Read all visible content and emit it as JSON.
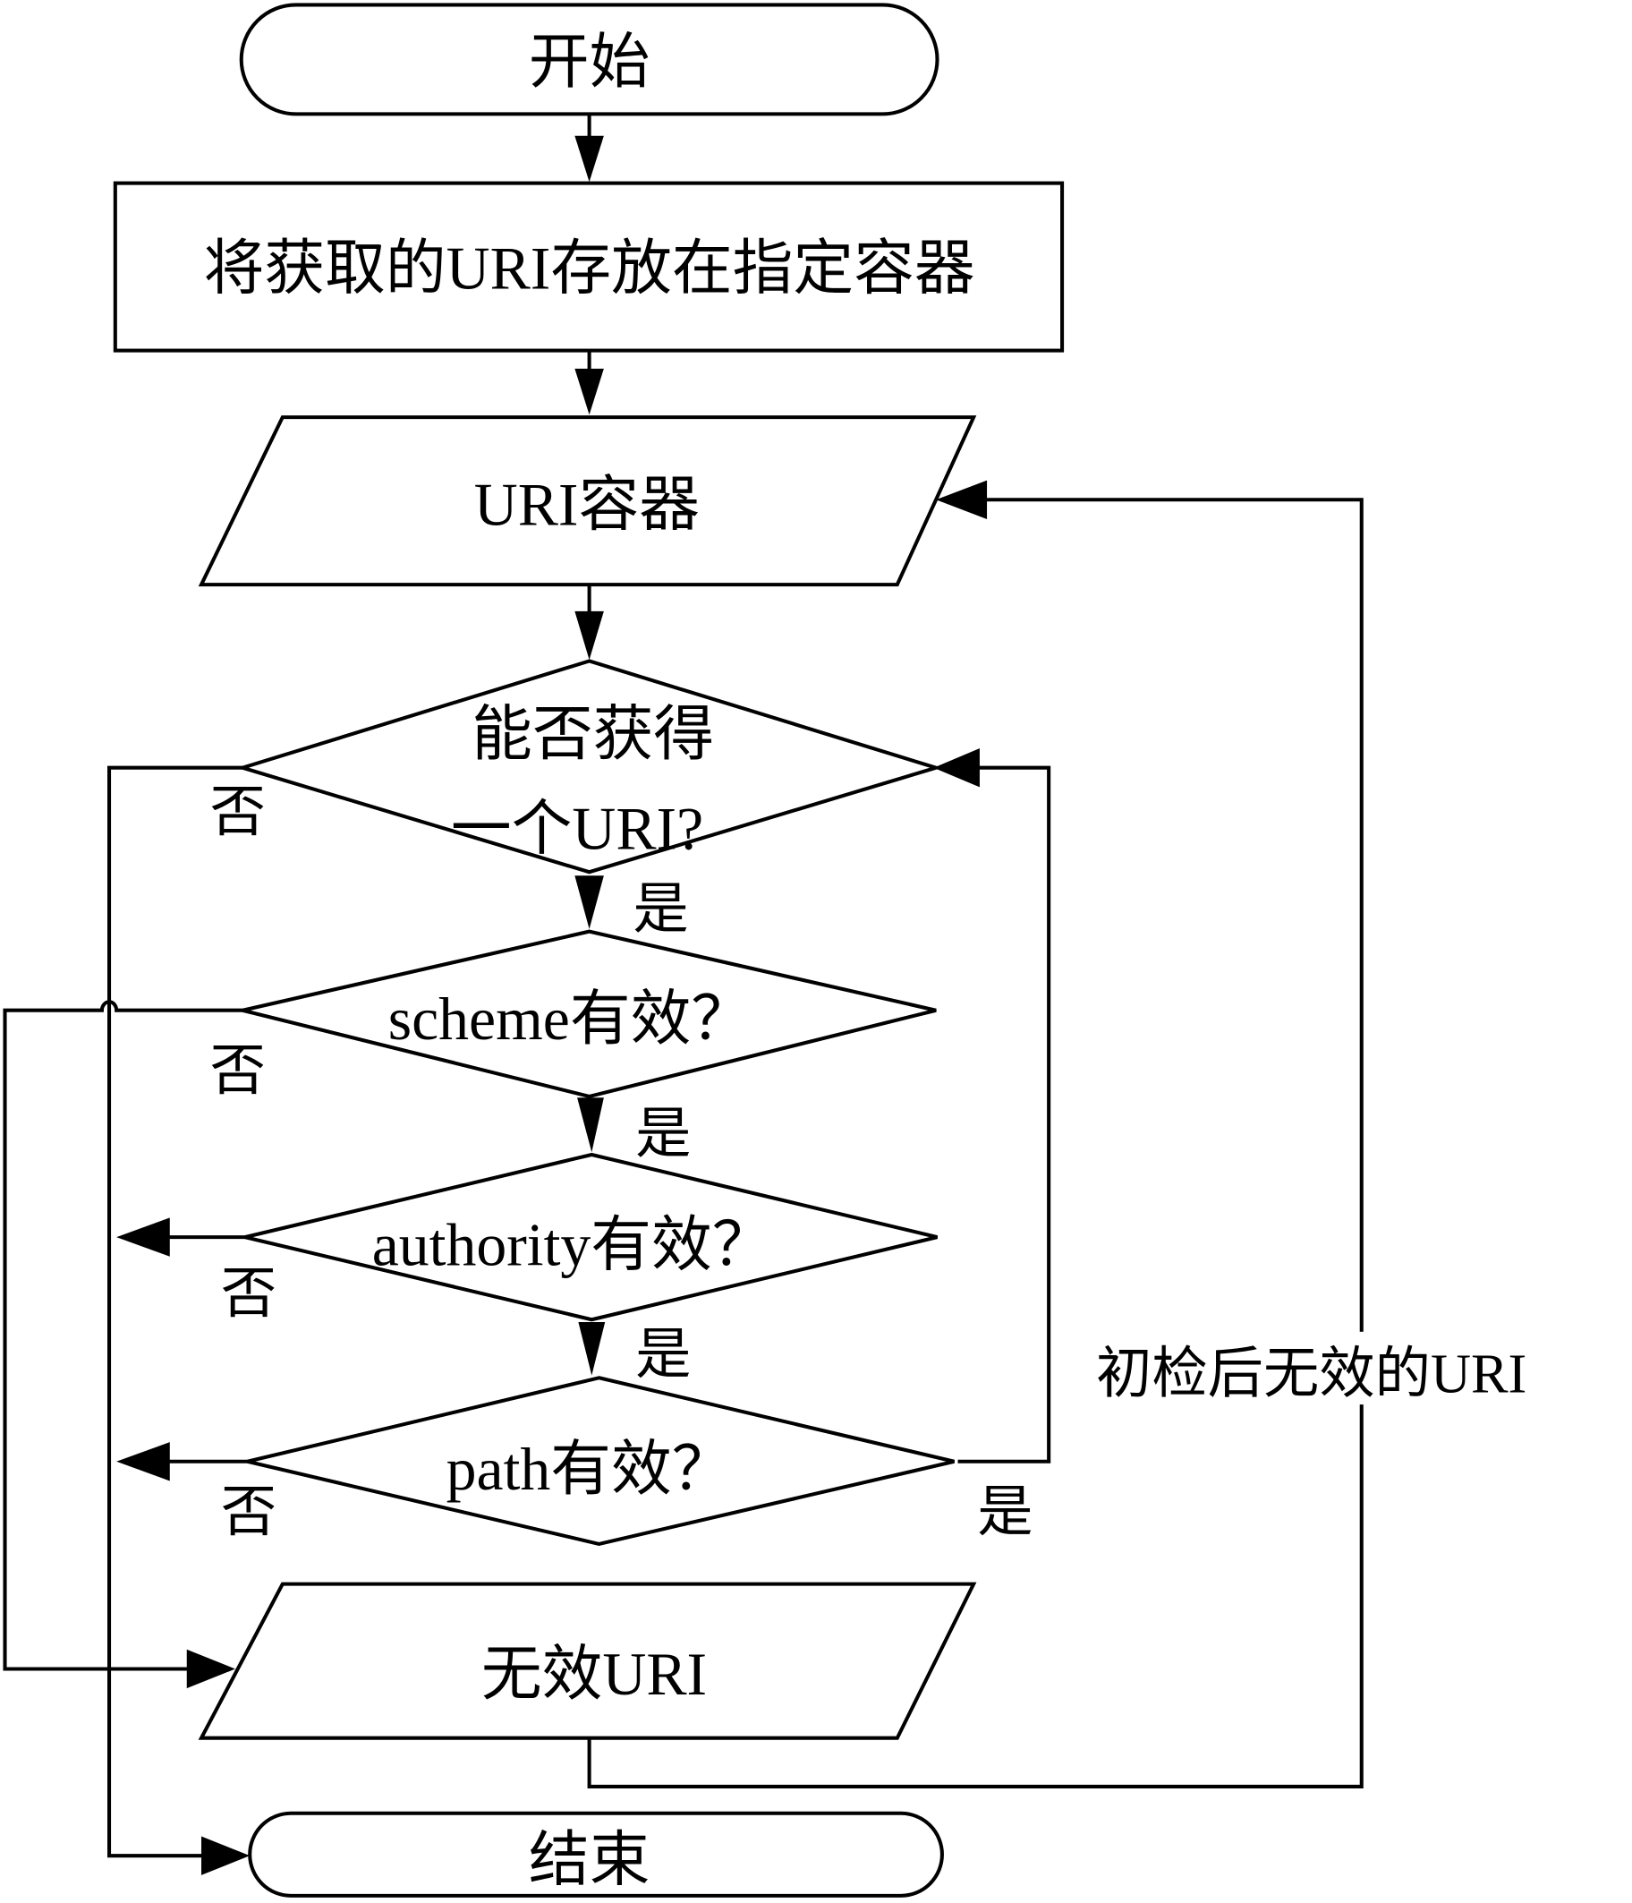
{
  "flowchart": {
    "start": "开始",
    "store": "将获取的URI存放在指定容器",
    "container": "URI容器",
    "decision_get_line1": "能否获得",
    "decision_get_line2": "一个URI?",
    "decision_scheme": "scheme有效？",
    "decision_authority": "authority有效？",
    "decision_path": "path有效？",
    "invalid": "无效URI",
    "end": "结束",
    "feedback_label": "初检后无效的URI",
    "labels": {
      "yes": "是",
      "no": "否"
    }
  }
}
